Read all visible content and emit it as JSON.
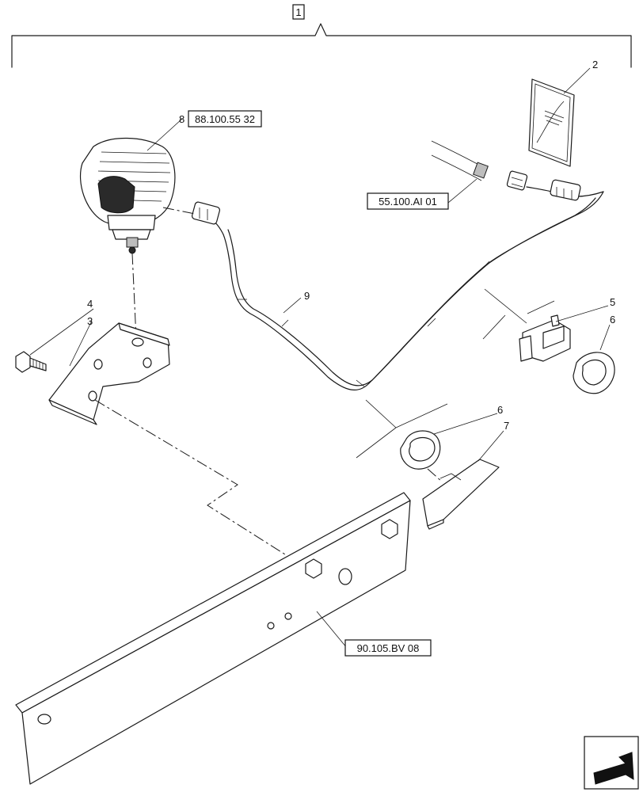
{
  "callouts": {
    "assembly": "1",
    "manual": "2",
    "bracket": "3",
    "bolt": "4",
    "clip": "5",
    "grommet_right": "6",
    "grommet_lower": "6",
    "cover": "7",
    "lamp": "8",
    "harness": "9"
  },
  "references": {
    "lamp_ref": "88.100.55 32",
    "harness_ref": "55.100.AI 01",
    "plate_ref": "90.105.BV 08"
  },
  "icons": {
    "nav_arrow": "previous-page-arrow-icon"
  },
  "colors": {
    "line": "#1a1a1a",
    "background": "#ffffff"
  }
}
